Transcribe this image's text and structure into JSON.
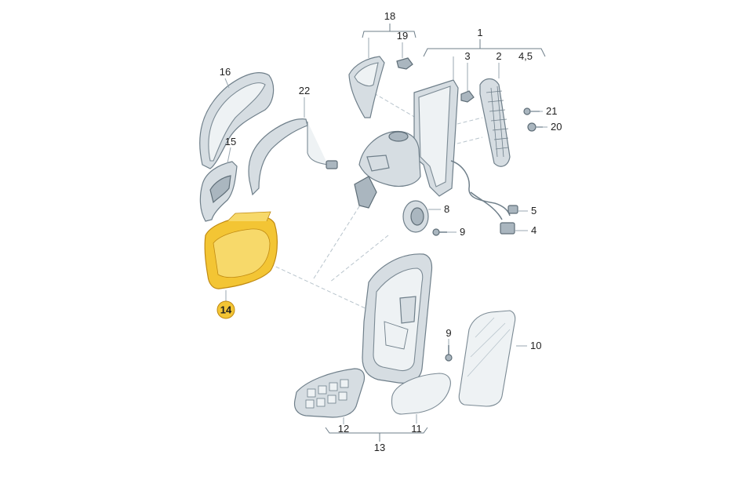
{
  "callouts": {
    "c1": "1",
    "c2": "2",
    "c3": "3",
    "c45": "4,5",
    "c4": "4",
    "c5": "5",
    "c8": "8",
    "c9a": "9",
    "c9b": "9",
    "c10": "10",
    "c11": "11",
    "c12": "12",
    "c13": "13",
    "c14": "14",
    "c15": "15",
    "c16": "16",
    "c18": "18",
    "c19": "19",
    "c20": "20",
    "c21": "21",
    "c22": "22"
  },
  "colors": {
    "highlight": "#f3c534",
    "part_fill": "#d6dde2",
    "outline": "#6f7f8a"
  }
}
